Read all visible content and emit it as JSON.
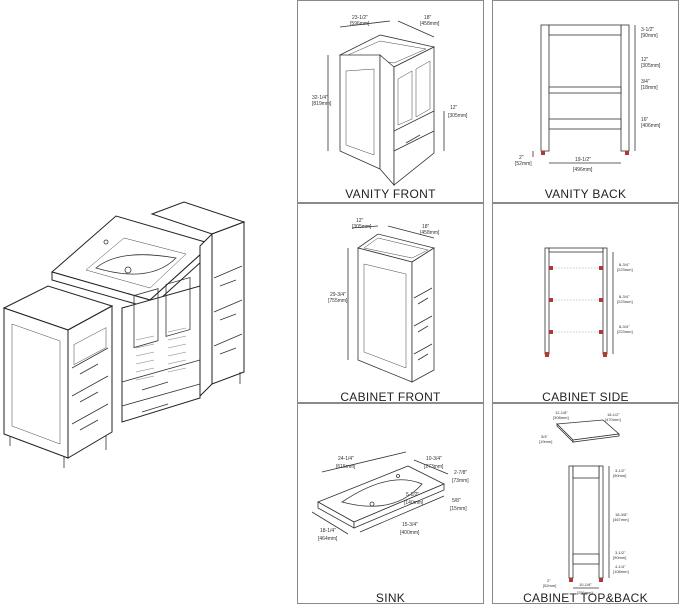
{
  "panels": {
    "vanity_front": {
      "caption": "VANITY FRONT",
      "dims": {
        "w1": "23-1/2\"",
        "w1mm": "[596mm]",
        "d": "18\"",
        "dmm": "[458mm]",
        "h": "32-1/4\"",
        "hmm": "[819mm]",
        "dr": "12\"",
        "drmm": "[305mm]"
      }
    },
    "vanity_back": {
      "caption": "VANITY BACK",
      "dims": {
        "a": "3-1/2\"",
        "amm": "[90mm]",
        "b": "12\"",
        "bmm": "[305mm]",
        "c": "3/4\"",
        "cmm": "[18mm]",
        "d": "16\"",
        "dmm": "[406mm]",
        "e": "2\"",
        "emm": "[52mm]",
        "f": "19-1/2\"",
        "fmm": "[496mm]"
      }
    },
    "cabinet_front": {
      "caption": "CABINET FRONT",
      "dims": {
        "w": "12\"",
        "wmm": "[305mm]",
        "d": "18\"",
        "dmm": "[458mm]",
        "h": "29-3/4\"",
        "hmm": "[755mm]"
      }
    },
    "cabinet_side": {
      "caption": "CABINET SIDE",
      "dims": {
        "s1": "8-3/4\"",
        "s1mm": "[223mm]",
        "s2": "8-3/4\"",
        "s2mm": "[223mm]",
        "s3": "8-3/4\"",
        "s3mm": "[223mm]"
      }
    },
    "sink": {
      "caption": "SINK",
      "dims": {
        "a": "24-1/4\"",
        "amm": "[615mm]",
        "b": "10-3/4\"",
        "bmm": "[273mm]",
        "c": "2-7/8\"",
        "cmm": "[73mm]",
        "d": "5-1/2\"",
        "dmm": "[140mm]",
        "e": "5/8\"",
        "emm": "[15mm]",
        "f": "18-1/4\"",
        "fmm": "[464mm]",
        "g": "15-3/4\"",
        "gmm": "[400mm]"
      }
    },
    "cabinet_top_back": {
      "caption": "CABINET TOP&BACK",
      "dims": {
        "t1": "12-1/8\"",
        "t1mm": "[308mm]",
        "t2": "18-1/2\"",
        "t2mm": "[470mm]",
        "t3": "3/4\"",
        "t3mm": "[19mm]",
        "b1": "3-1/2\"",
        "b1mm": "[90mm]",
        "b2": "18-3/8\"",
        "b2mm": "[467mm]",
        "b3": "3-1/2\"",
        "b3mm": "[90mm]",
        "b4": "4-1/4\"",
        "b4mm": "[108mm]",
        "b5": "2\"",
        "b5mm": "[52mm]",
        "b6": "10-1/8\"",
        "b6mm": "[256mm]"
      }
    }
  }
}
